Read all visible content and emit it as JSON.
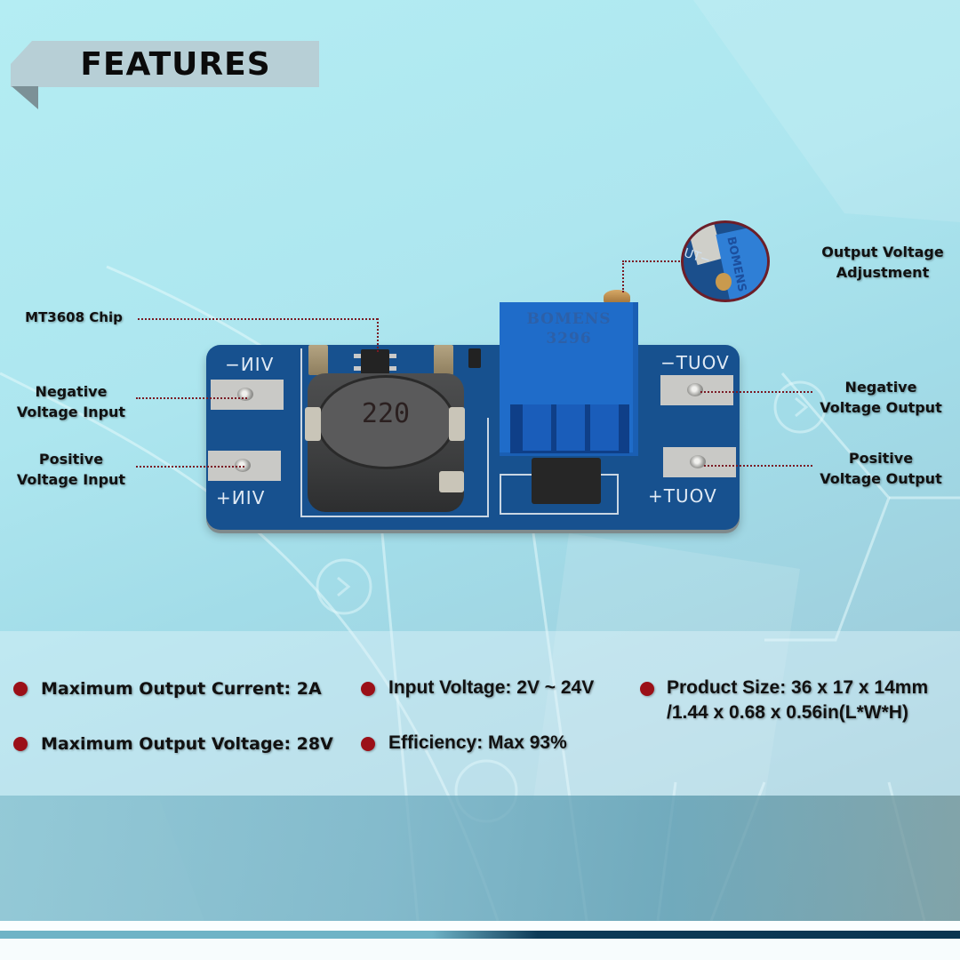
{
  "header": {
    "title": "FEATURES"
  },
  "product_image": {
    "pcb_silkscreen": {
      "vin_negative": "VIN−",
      "vin_positive": "VIN+",
      "vout_negative": "VOUT−",
      "vout_positive": "VOUT+"
    },
    "inductor_marking": "220",
    "potentiometer_marking": [
      "BOMENS",
      "3296"
    ],
    "zoom_detail_text": "UT−"
  },
  "callouts": {
    "chip": "MT3608 Chip",
    "output_adjust": [
      "Output Voltage",
      "Adjustment"
    ],
    "neg_input": [
      "Negative",
      "Voltage Input"
    ],
    "pos_input": [
      "Positive",
      "Voltage Input"
    ],
    "neg_output": [
      "Negative",
      "Voltage Output"
    ],
    "pos_output": [
      "Positive",
      "Voltage Output"
    ]
  },
  "features": [
    {
      "text": "Maximum Output Current: 2A"
    },
    {
      "text": "Input Voltage: 2V ~ 24V"
    },
    {
      "text": "Product Size: 36 x 17 x 14mm",
      "text2": "/1.44 x 0.68 x 0.56in(L*W*H)"
    },
    {
      "text": "Maximum Output Voltage: 28V"
    },
    {
      "text": "Efficiency: Max 93%"
    }
  ],
  "colors": {
    "bullet": "#9b1018",
    "callout_line": "#7a1a24",
    "pcb": "#17518f",
    "ribbon": "#b7cfd6",
    "footer_dark": "#0a3450"
  }
}
